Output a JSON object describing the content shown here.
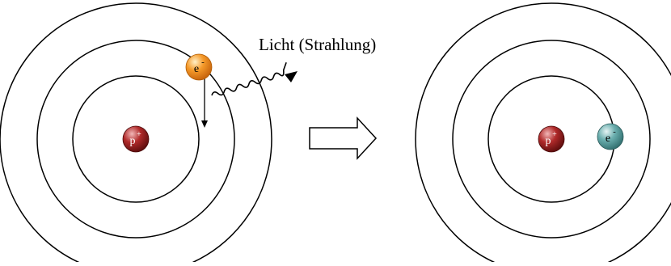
{
  "diagram": {
    "label_light": "Licht (Strahlung)",
    "proton_symbol": "p",
    "proton_charge": "+",
    "electron_symbol": "e",
    "electron_charge": "-"
  },
  "colors": {
    "orbit_stroke": "#000000",
    "proton_fill": "#8b1a1a",
    "electron_excited_fill": "#f28a1a",
    "electron_ground_fill": "#4f9a9a",
    "arrow_fill": "#ffffff"
  }
}
